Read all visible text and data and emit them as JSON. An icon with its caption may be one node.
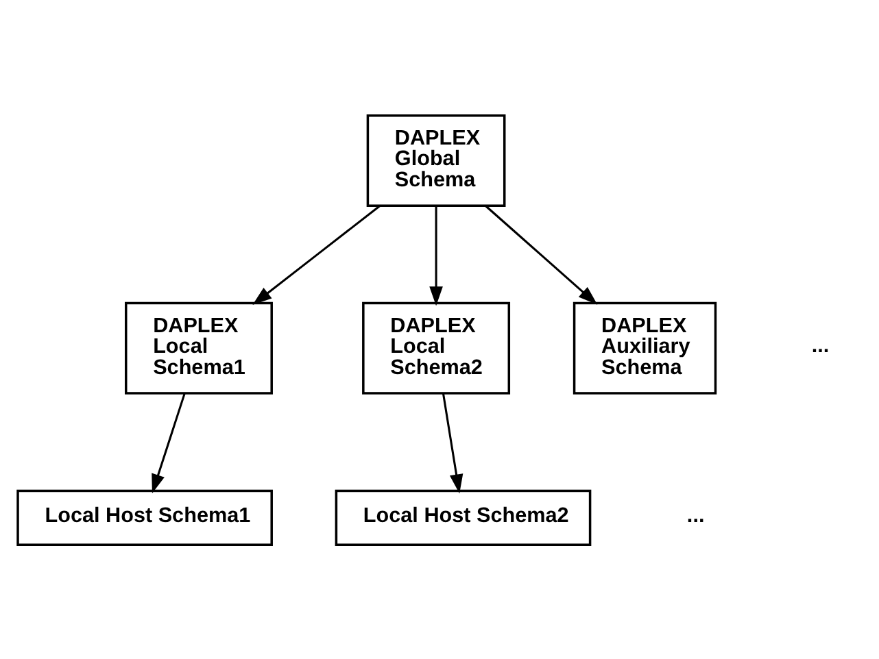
{
  "diagram": {
    "nodes": [
      {
        "text": [
          "DAPLEX Global Schema"
        ]
      },
      {
        "text": [
          "DAPLEX Local Schema1"
        ]
      },
      {
        "text": [
          "DAPLEX Local Schema2"
        ]
      },
      {
        "text": [
          "DAPLEX Auxiliary Schema"
        ]
      },
      {
        "text": [
          "Local Host Schema1"
        ]
      },
      {
        "text": [
          "Local Host Schema2"
        ]
      }
    ],
    "edges": [
      {
        "from": 0,
        "to": 1,
        "arrow": "to"
      },
      {
        "from": 0,
        "to": 2,
        "arrow": "to"
      },
      {
        "from": 0,
        "to": 3,
        "arrow": "to"
      },
      {
        "from": 1,
        "to": 4,
        "arrow": "to"
      },
      {
        "from": 2,
        "to": 5,
        "arrow": "to"
      }
    ],
    "labels": [
      "...",
      "..."
    ]
  }
}
